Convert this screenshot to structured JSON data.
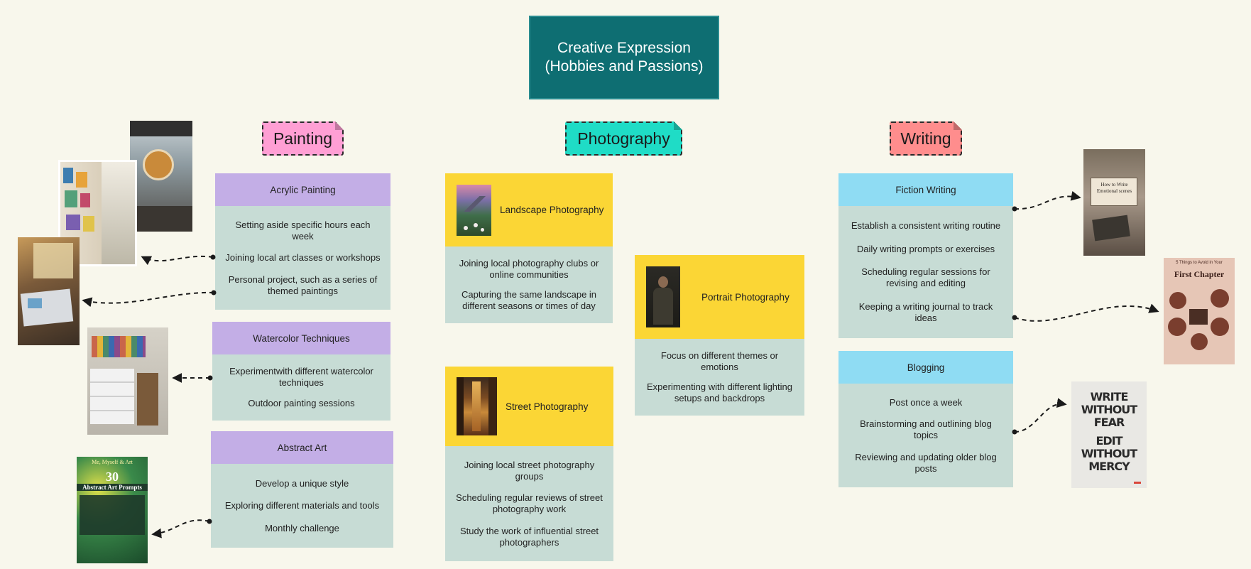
{
  "title": "Creative Expression (Hobbies and Passions)",
  "categories": {
    "painting": "Painting",
    "photography": "Photography",
    "writing": "Writing"
  },
  "painting": {
    "acrylic": {
      "title": "Acrylic Painting",
      "items": [
        "Setting aside specific hours each week",
        "Joining local art classes or workshops",
        "Personal project, such as a series of themed paintings"
      ]
    },
    "watercolor": {
      "title": "Watercolor Techniques",
      "items": [
        "Experimentwith different watercolor techniques",
        "Outdoor painting sessions"
      ]
    },
    "abstract": {
      "title": "Abstract Art",
      "items": [
        "Develop a unique style",
        "Exploring different materials and tools",
        "Monthly challenge"
      ]
    }
  },
  "photography": {
    "landscape": {
      "title": "Landscape Photography",
      "items": [
        "Joining local photography clubs or online communities",
        "Capturing the same landscape in different seasons or times of day"
      ]
    },
    "street": {
      "title": "Street Photography",
      "items": [
        "Joining local street photography groups",
        "Scheduling regular reviews of street photography work",
        "Study the work of influential street photographers"
      ]
    },
    "portrait": {
      "title": "Portrait Photography",
      "items": [
        "Focus on different themes or emotions",
        "Experimenting with different lighting setups and backdrops"
      ]
    }
  },
  "writing": {
    "fiction": {
      "title": "Fiction Writing",
      "items": [
        "Establish a consistent writing routine",
        "Daily writing prompts or exercises",
        "Scheduling regular sessions for revising and editing",
        "Keeping a writing journal to track ideas"
      ]
    },
    "blogging": {
      "title": "Blogging",
      "items": [
        "Post once a week",
        "Brainstorming and outlining blog topics",
        "Reviewing and updating older blog posts"
      ]
    }
  },
  "images": {
    "abstract_poster": {
      "top": "Me, Myself & Art",
      "number": "30",
      "subtitle": "Abstract Art Prompts"
    },
    "write_poster": {
      "line1": "WRITE",
      "line2": "WITHOUT",
      "line3": "FEAR",
      "line4": "EDIT",
      "line5": "WITHOUT",
      "line6": "MERCY"
    },
    "first_chapter": {
      "top": "5 Things to Avoid in Your",
      "title": "First Chapter"
    },
    "emotional_scenes": {
      "title": "How to Write Emotional scenes"
    }
  },
  "colors": {
    "title_bg": "#0e6e72",
    "painting_tag": "#ff9fd4",
    "photography_tag": "#1fdcc6",
    "writing_tag": "#ff8d8d",
    "painting_head": "#c3aee6",
    "photography_head": "#fbd635",
    "writing_head": "#8fdcf3",
    "card_body": "#c7dcd5"
  }
}
